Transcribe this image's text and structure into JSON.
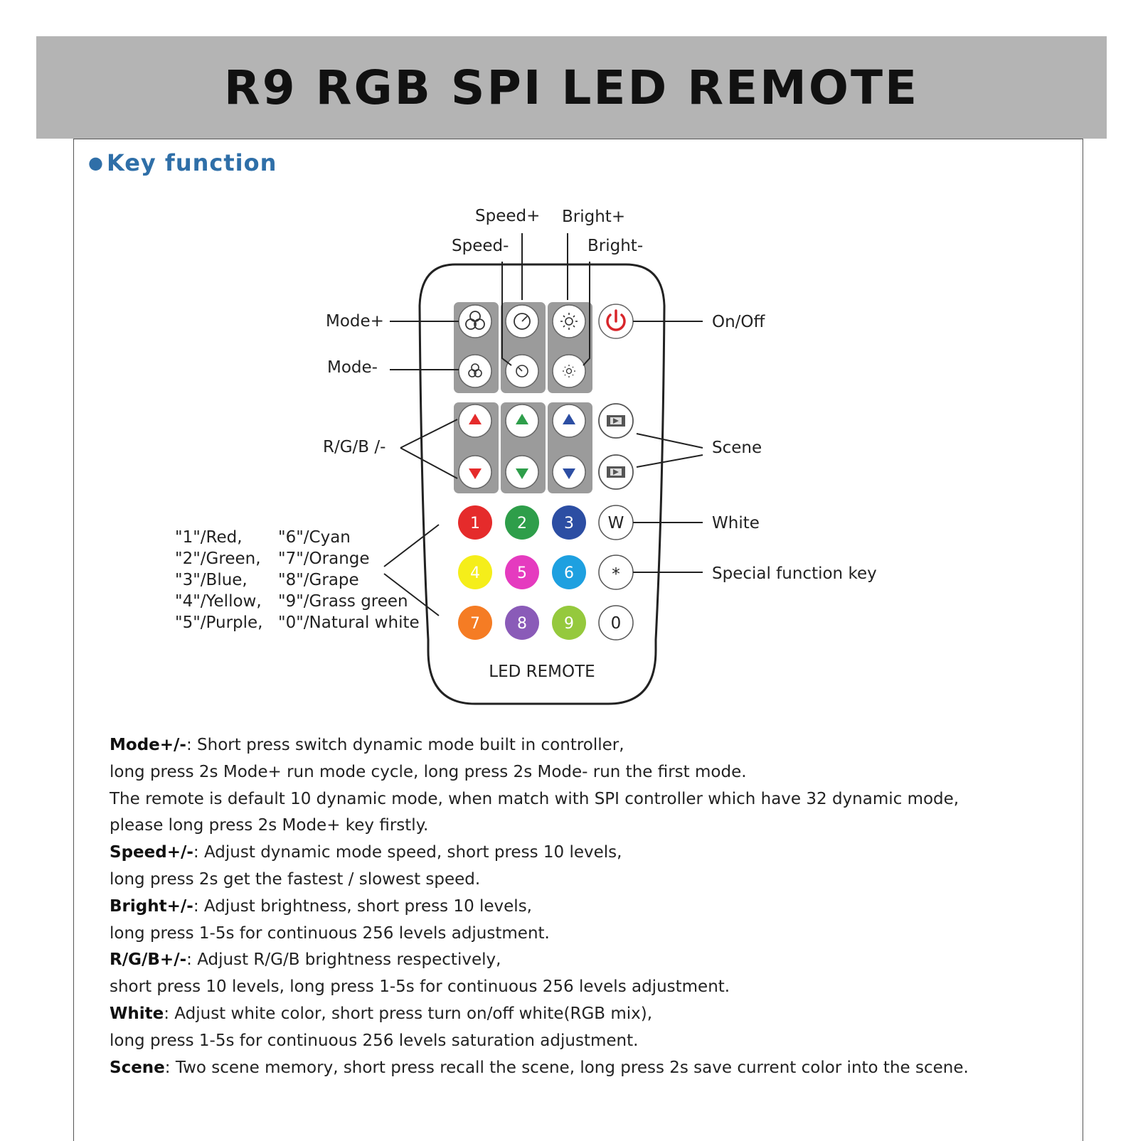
{
  "title": "R9 RGB SPI LED REMOTE",
  "section_title": "Key function",
  "callouts": {
    "speed_plus": "Speed+",
    "speed_minus": "Speed-",
    "bright_plus": "Bright+",
    "bright_minus": "Bright-",
    "mode_plus": "Mode+",
    "mode_minus": "Mode-",
    "rgb": "R/G/B /-",
    "on_off": "On/Off",
    "scene": "Scene",
    "white": "White",
    "special": "Special function key"
  },
  "color_keys_left": [
    "\"1\"/Red,",
    "\"2\"/Green,",
    "\"3\"/Blue,",
    "\"4\"/Yellow,",
    "\"5\"/Purple,"
  ],
  "color_keys_right": [
    "\"6\"/Cyan",
    "\"7\"/Orange",
    "\"8\"/Grape",
    "\"9\"/Grass green",
    "\"0\"/Natural white"
  ],
  "remote": {
    "label": "LED REMOTE",
    "number_keys": [
      {
        "label": "1",
        "color": "#e52b2b"
      },
      {
        "label": "2",
        "color": "#2e9e4a"
      },
      {
        "label": "3",
        "color": "#2c4ea3"
      },
      {
        "label": "4",
        "color": "#f5ee1a"
      },
      {
        "label": "5",
        "color": "#e53bbf"
      },
      {
        "label": "6",
        "color": "#1ea0e0"
      },
      {
        "label": "7",
        "color": "#f57c24"
      },
      {
        "label": "8",
        "color": "#8a5bb8"
      },
      {
        "label": "9",
        "color": "#95c93d"
      }
    ],
    "white_key": "W",
    "special_key": "*",
    "zero_key": "0",
    "arrow_colors": {
      "red": "#e52b2b",
      "green": "#2e9e4a",
      "blue": "#2c4ea3"
    }
  },
  "description": [
    {
      "bold": "Mode+/-",
      "text": ": Short press switch dynamic mode built in controller,"
    },
    {
      "bold": "",
      "text": "long press 2s Mode+ run mode cycle, long press 2s Mode- run the first mode."
    },
    {
      "bold": "",
      "text": "The remote is default 10 dynamic mode, when match with SPI controller which have 32 dynamic mode,"
    },
    {
      "bold": "",
      "text": "please long press 2s Mode+ key firstly."
    },
    {
      "bold": "Speed+/-",
      "text": ": Adjust dynamic mode speed, short press 10 levels,"
    },
    {
      "bold": "",
      "text": "long press 2s get the fastest / slowest speed."
    },
    {
      "bold": "Bright+/-",
      "text": ": Adjust brightness, short press 10 levels,"
    },
    {
      "bold": "",
      "text": "long press 1-5s for continuous 256 levels adjustment."
    },
    {
      "bold": "R/G/B+/-",
      "text": ": Adjust R/G/B brightness respectively,"
    },
    {
      "bold": "",
      "text": "short press 10 levels, long press 1-5s for continuous 256 levels adjustment."
    },
    {
      "bold": "White",
      "text": ": Adjust white color, short press turn on/off white(RGB mix),"
    },
    {
      "bold": "",
      "text": "long press 1-5s for continuous 256 levels saturation adjustment."
    },
    {
      "bold": "Scene",
      "text": ": Two scene memory, short press recall the scene, long press 2s save current color into the scene."
    }
  ]
}
